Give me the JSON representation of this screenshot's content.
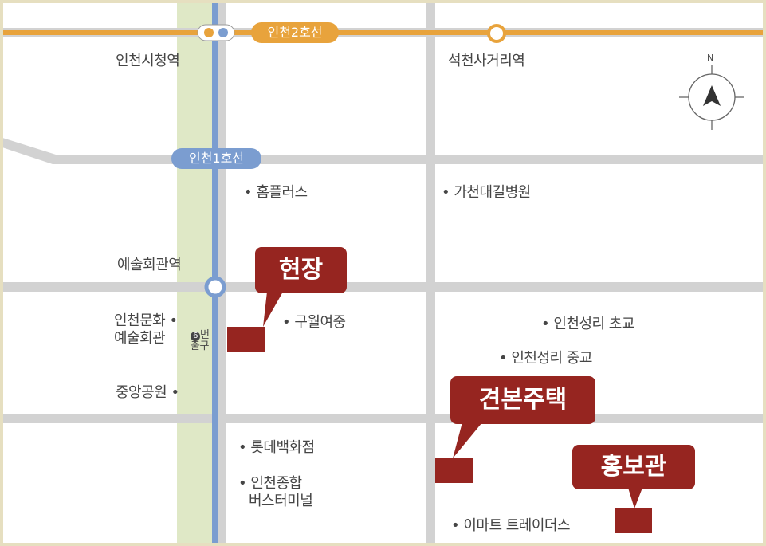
{
  "lines": {
    "line2": {
      "label": "인천2호선",
      "color": "#e8a33c"
    },
    "line1": {
      "label": "인천1호선",
      "color": "#7b9dd0"
    }
  },
  "stations": {
    "city_hall": "인천시청역",
    "seokcheon": "석천사거리역",
    "arts_center": "예술회관역"
  },
  "compass": {
    "north_label": "N"
  },
  "places": {
    "homeplus": "• 홈플러스",
    "gachon": "• 가천대길병원",
    "guwol": "• 구월여중",
    "culture_line1": "인천문화 •",
    "culture_line2": "예술회관",
    "exit_number": "6",
    "exit_line1": "번",
    "exit_line2": "출구",
    "seongri_elem": "• 인천성리 초교",
    "seongri_mid": "• 인천성리 중교",
    "central_park": "중앙공원 •",
    "lotte": "• 롯데백화점",
    "bus_line1": "• 인천종합",
    "bus_line2": "버스터미널",
    "emart": "• 이마트 트레이더스"
  },
  "callouts": {
    "site": "현장",
    "model_house": "견본주택",
    "promo_hall": "홍보관"
  },
  "colors": {
    "callout": "#962520",
    "road": "#d2d2d2",
    "park": "#dfe8c6",
    "frame": "#e6dfc0"
  }
}
